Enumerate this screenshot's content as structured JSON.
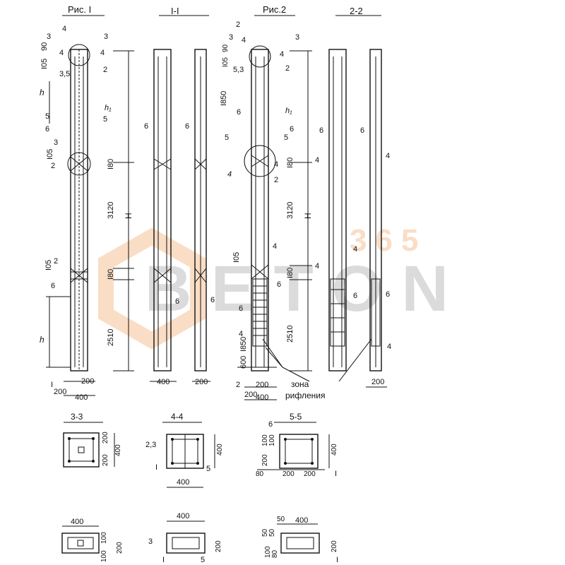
{
  "titles": {
    "fig1": "Рис. I",
    "sec11": "I-I",
    "fig2": "Рис.2",
    "sec22": "2-2",
    "sec33": "3-3",
    "sec44": "4-4",
    "sec55": "5-5"
  },
  "dims": {
    "d105": "I05",
    "d90": "90",
    "d3": "3",
    "d4": "4",
    "d35": "3,5",
    "d53": "5,3",
    "d180": "I80",
    "d3120": "3120",
    "d2510": "2510",
    "d1850": "I850",
    "d600": "600",
    "d400": "400",
    "d200": "200",
    "d100": "100",
    "d80": "80",
    "d50": "50",
    "h": "h",
    "h1": "h₁",
    "H": "H",
    "one": "I"
  },
  "callouts": {
    "c2": "2",
    "c3": "3",
    "c4": "4",
    "c5": "5",
    "c6": "6",
    "c23": "2,3"
  },
  "zone_label": "зона\nрифления",
  "zone_line1": "зона",
  "zone_line2": "рифления",
  "watermark": {
    "brand": "BETON",
    "num": "365",
    "color_gray": "#9a9a9a",
    "color_orange": "#f3a15c"
  }
}
